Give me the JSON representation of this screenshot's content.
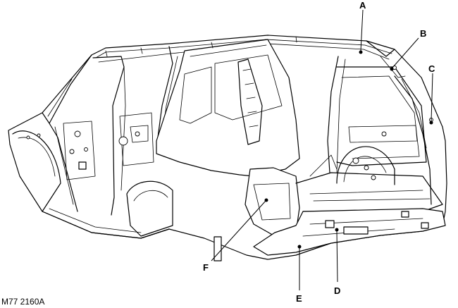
{
  "figure": {
    "reference": "M77 2160A"
  },
  "callouts": [
    {
      "id": "A",
      "label": "A"
    },
    {
      "id": "B",
      "label": "B"
    },
    {
      "id": "C",
      "label": "C"
    },
    {
      "id": "D",
      "label": "D"
    },
    {
      "id": "E",
      "label": "E"
    },
    {
      "id": "F",
      "label": "F"
    }
  ]
}
